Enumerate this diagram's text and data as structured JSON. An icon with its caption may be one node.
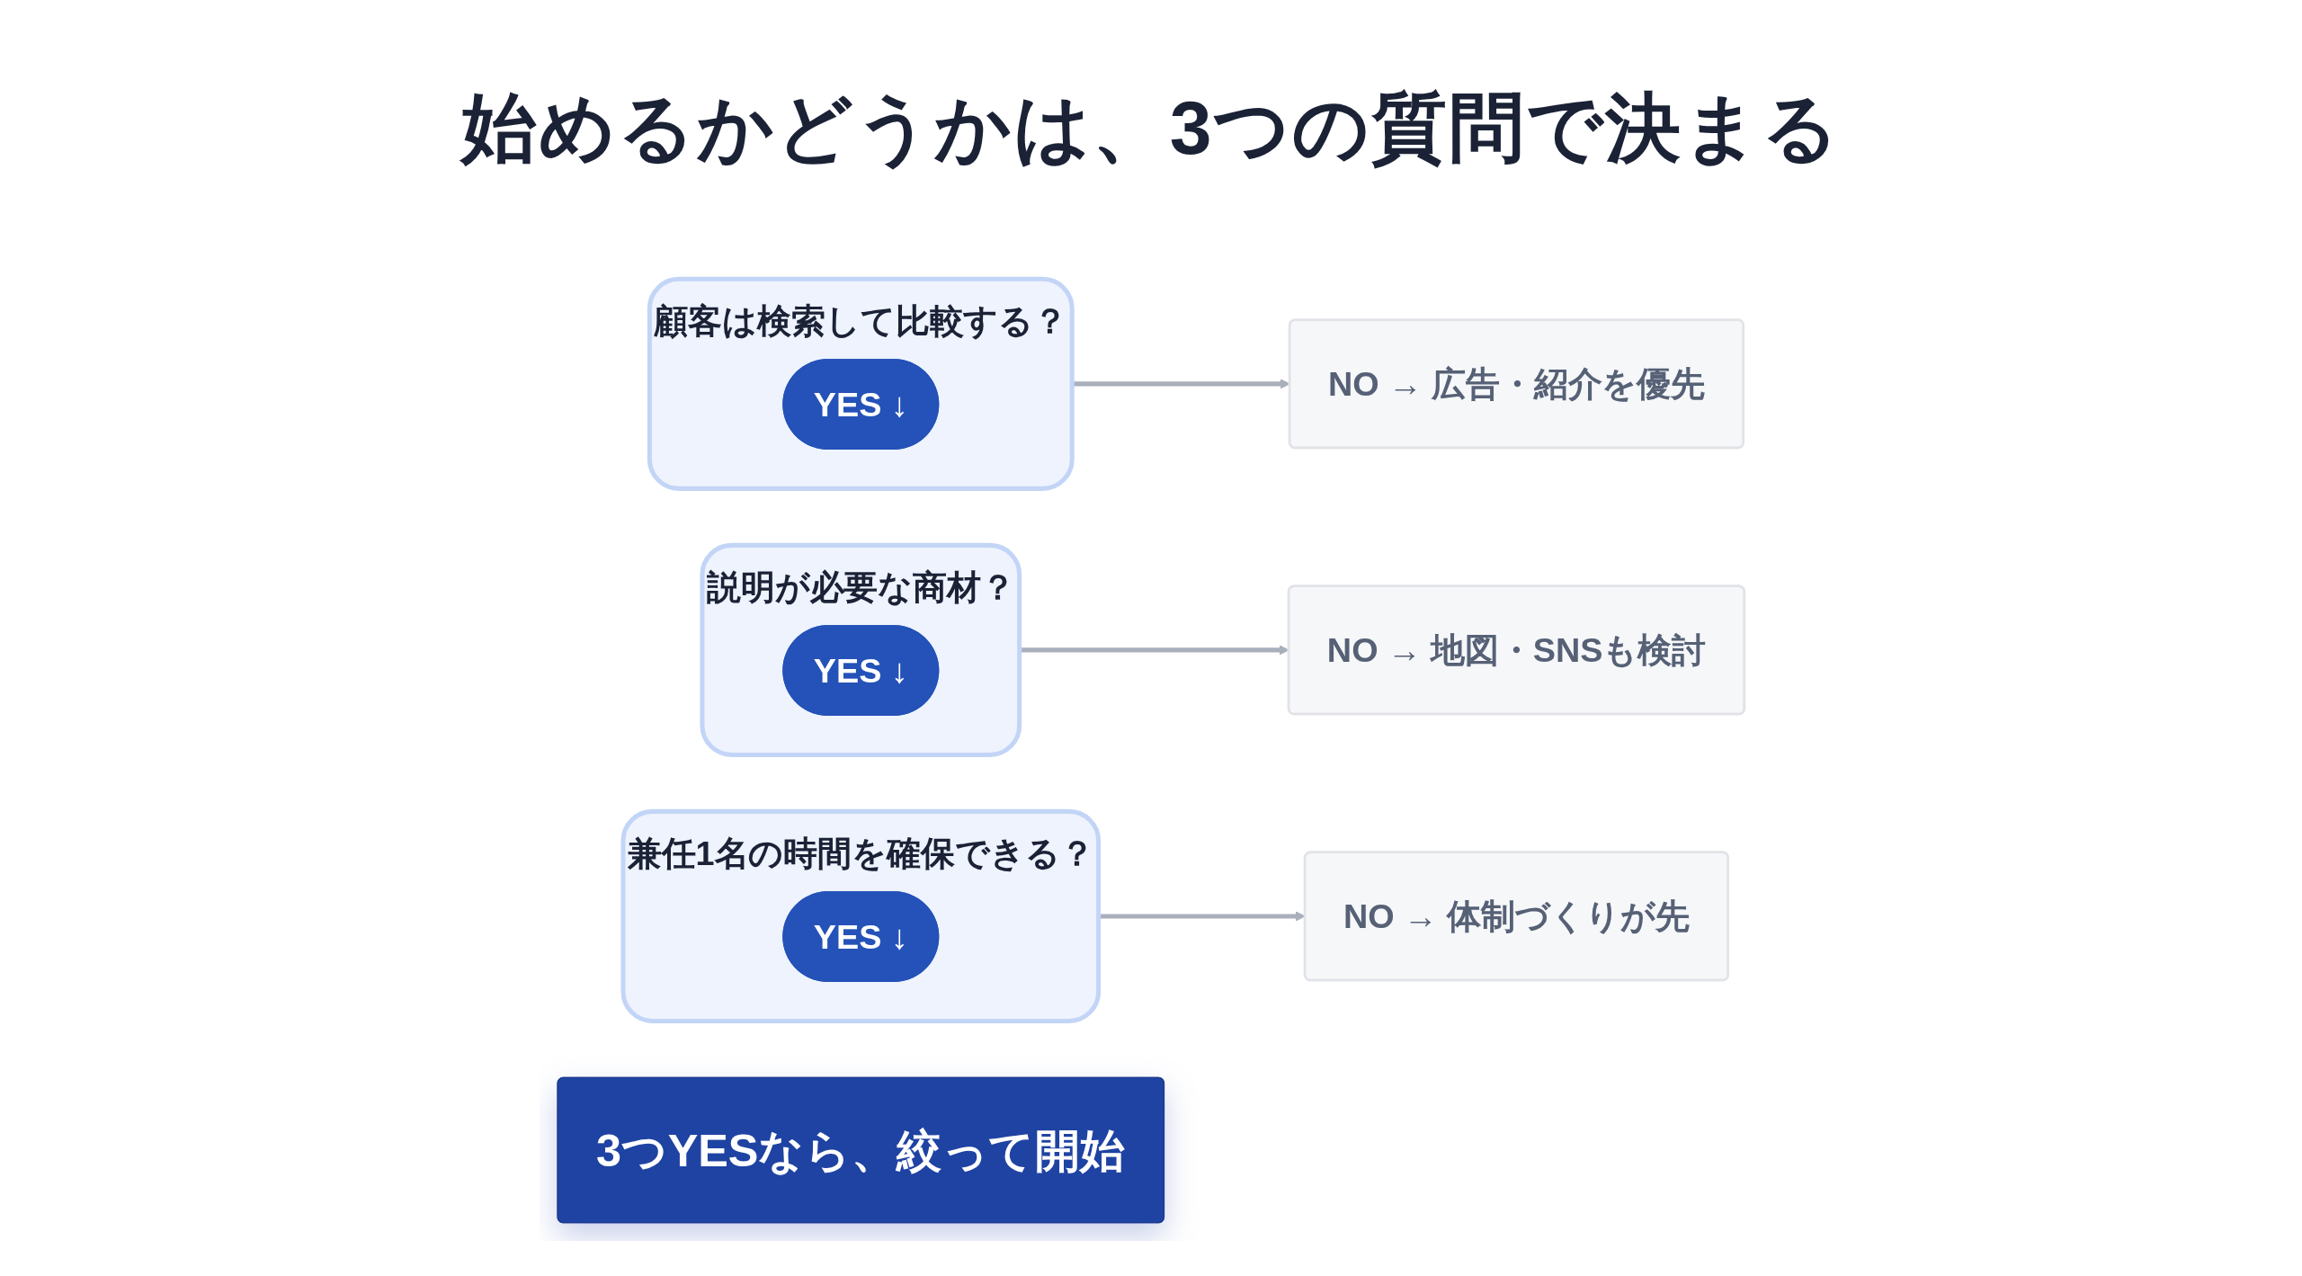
{
  "diagram": {
    "title": "始めるかどうかは、3つの質問で決まる",
    "nodes": [
      {
        "text": [
          "顧客は検索して比較する？"
        ]
      },
      {
        "text": [
          "YES ↓"
        ],
        "in": 0
      },
      {
        "text": [
          "NO → 広告・紹介を優先"
        ]
      },
      {
        "text": [
          "説明が必要な商材？"
        ]
      },
      {
        "text": [
          "YES ↓"
        ],
        "in": 3
      },
      {
        "text": [
          "NO → 地図・SNSも検討"
        ]
      },
      {
        "text": [
          "兼任1名の時間を確保できる？"
        ]
      },
      {
        "text": [
          "YES ↓"
        ],
        "in": 6
      },
      {
        "text": [
          "NO → 体制づくりが先"
        ]
      },
      {
        "text": [
          "3つYESなら、絞って開始"
        ]
      }
    ],
    "edges": [
      {
        "from": 0,
        "to": 2,
        "arrow": "to"
      },
      {
        "from": 3,
        "to": 5,
        "arrow": "to"
      },
      {
        "from": 6,
        "to": 8,
        "arrow": "to"
      }
    ]
  }
}
